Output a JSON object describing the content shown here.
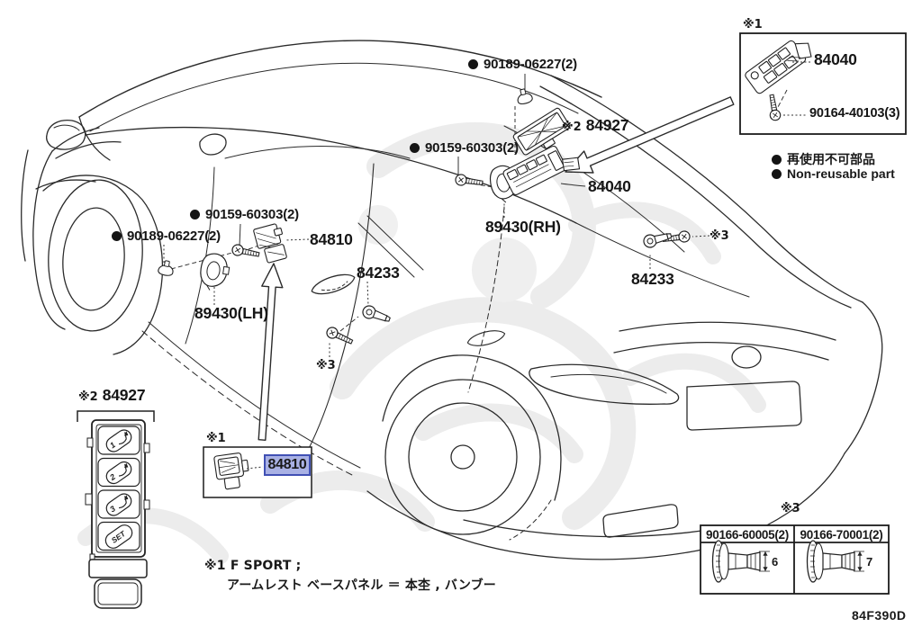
{
  "title": {
    "drawing_code": "84F390D"
  },
  "legend": {
    "jp": "再使用不可部品",
    "en": "Non-reusable part"
  },
  "markers": {
    "m1": "※1",
    "m2": "※2",
    "m3": "※3"
  },
  "callouts": {
    "roof_clip_rh": "90189-06227(2)",
    "seat_memory_switch_rh": "84927",
    "roof_screw_rh": "90159-60303(2)",
    "master_switch": "84040",
    "lock_rh": "89430(RH)",
    "courtesy_switch_rear": "84233",
    "roof_screw_lh": "90159-60303(2)",
    "roof_clip_lh": "90189-06227(2)",
    "front_power_window_switch": "84810",
    "courtesy_switch_front": "84233",
    "lock_lh": "89430(LH)"
  },
  "inset_master_switch": {
    "marker": "※1",
    "part": "84040",
    "screw": "90164-40103(3)"
  },
  "inset_front_switch": {
    "marker": "※1",
    "part": "84810"
  },
  "inset_seat_memory": {
    "marker": "※2",
    "part": "84927",
    "buttons": [
      "1",
      "2",
      "3",
      "SET"
    ]
  },
  "inset_grommets": {
    "marker": "※3",
    "cells": [
      {
        "part": "90166-60005(2)",
        "dim": "6"
      },
      {
        "part": "90166-70001(2)",
        "dim": "7"
      }
    ]
  },
  "footnote": {
    "line1": "※1 F SPORT ;",
    "line2": "アームレスト  ベースパネル ＝ 本杢 , バンブー"
  },
  "colors": {
    "highlight_bg": "#a9b1e4",
    "highlight_border": "#4050b4",
    "line": "#262626",
    "watermark": "#ebebeb"
  }
}
